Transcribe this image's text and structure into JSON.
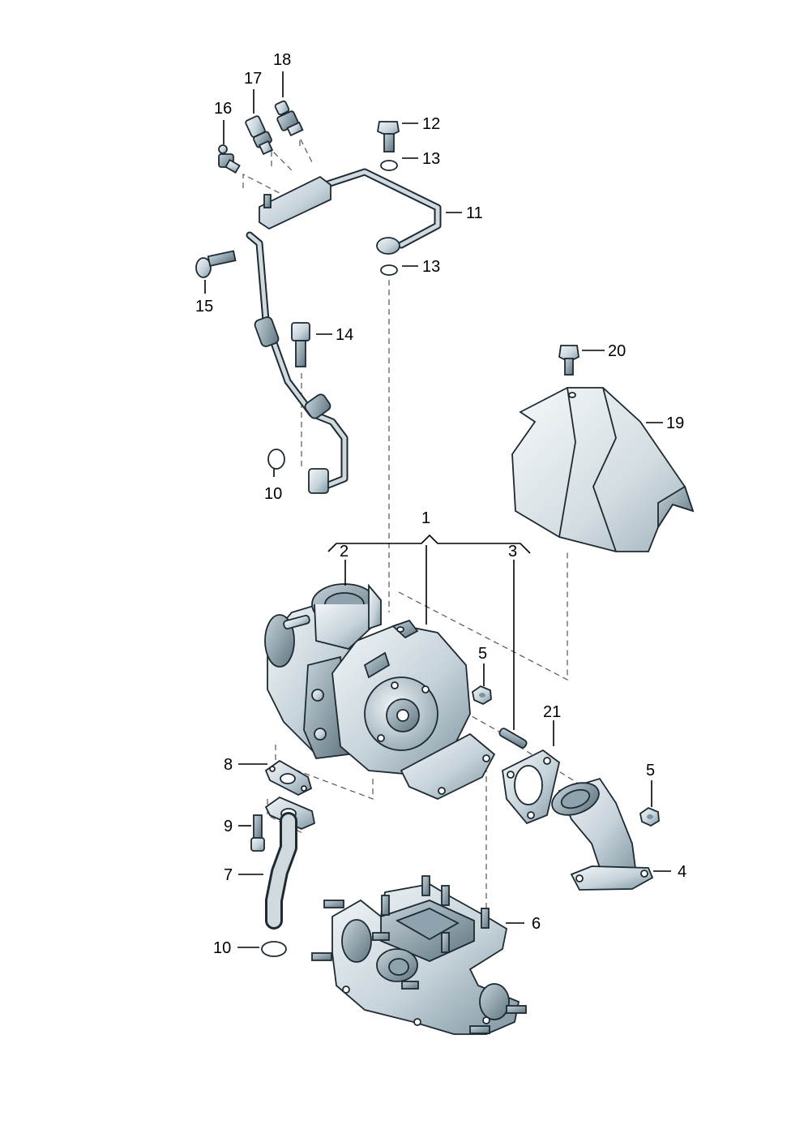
{
  "callouts": [
    {
      "id": "1",
      "text": "1"
    },
    {
      "id": "2",
      "text": "2"
    },
    {
      "id": "3",
      "text": "3"
    },
    {
      "id": "4",
      "text": "4"
    },
    {
      "id": "5a",
      "text": "5"
    },
    {
      "id": "5b",
      "text": "5"
    },
    {
      "id": "6",
      "text": "6"
    },
    {
      "id": "7",
      "text": "7"
    },
    {
      "id": "8",
      "text": "8"
    },
    {
      "id": "9",
      "text": "9"
    },
    {
      "id": "10a",
      "text": "10"
    },
    {
      "id": "10b",
      "text": "10"
    },
    {
      "id": "11",
      "text": "11"
    },
    {
      "id": "12",
      "text": "12"
    },
    {
      "id": "13a",
      "text": "13"
    },
    {
      "id": "13b",
      "text": "13"
    },
    {
      "id": "14",
      "text": "14"
    },
    {
      "id": "15",
      "text": "15"
    },
    {
      "id": "16",
      "text": "16"
    },
    {
      "id": "17",
      "text": "17"
    },
    {
      "id": "18",
      "text": "18"
    },
    {
      "id": "19",
      "text": "19"
    },
    {
      "id": "20",
      "text": "20"
    },
    {
      "id": "21",
      "text": "21"
    }
  ],
  "colors": {
    "line": "#1e2a32",
    "metal_light": "#e9eef1",
    "metal_dark": "#7f95a1"
  }
}
